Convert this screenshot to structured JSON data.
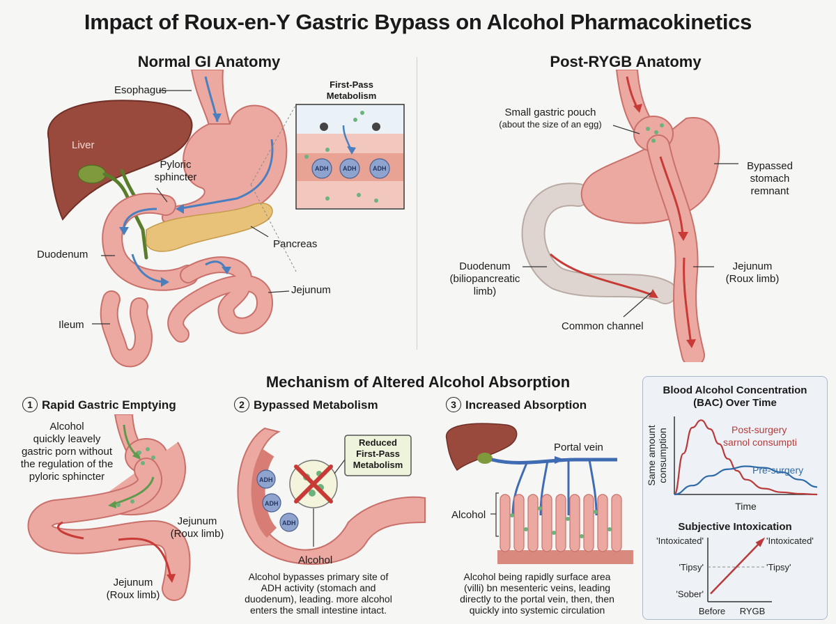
{
  "title": "Impact of Roux-en-Y Gastric Bypass on Alcohol Pharmacokinetics",
  "normal": {
    "heading": "Normal GI Anatomy",
    "labels": {
      "esophagus": "Esophagus",
      "liver": "Liver",
      "pyloric1": "Pyloric",
      "pyloric2": "sphincter",
      "duodenum": "Duodenum",
      "pancreas": "Pancreas",
      "jejunum": "Jejunum",
      "ileum": "Ileum"
    },
    "inset": {
      "title1": "First-Pass",
      "title2": "Metabolism",
      "enzyme": "ADH"
    }
  },
  "post": {
    "heading": "Post-RYGB Anatomy",
    "labels": {
      "pouch1": "Small gastric pouch",
      "pouch2": "(about the size of an egg)",
      "bypassed1": "Bypassed",
      "bypassed2": "stomach",
      "bypassed3": "remnant",
      "duod1": "Duodenum",
      "duod2": "(biliopancreatic",
      "duod3": "limb)",
      "jej1": "Jejunum",
      "jej2": "(Roux limb)",
      "common": "Common channel"
    }
  },
  "mechanism": {
    "heading": "Mechanism of Altered Alcohol Absorption",
    "s1": {
      "num": "1",
      "title": "Rapid Gastric Emptying",
      "desc": [
        "Alcohol",
        "quickly leavely",
        "gastric porn without",
        "the regulation of the",
        "pyloric sphincter"
      ],
      "jej_a1": "Jejunum",
      "jej_a2": "(Roux limb)",
      "jej_b1": "Jejunum",
      "jej_b2": "(Roux limb)"
    },
    "s2": {
      "num": "2",
      "title": "Bypassed Metabolism",
      "box1": "Reduced",
      "box2": "First-Pass",
      "box3": "Metabolism",
      "enzyme": "ADH",
      "alcohol": "Alcohol",
      "desc": [
        "Alcohol bypasses primary site of",
        "ADH activity (stomach and",
        "duodenum), leading. more alcohol",
        "enters the small intestine intact."
      ]
    },
    "s3": {
      "num": "3",
      "title": "Increased Absorption",
      "portal": "Portal vein",
      "alcohol": "Alcohol",
      "desc": [
        "Alcohol being rapidly surface area",
        "(villi) bn mesenteric veins, leading",
        "directly to the portal vein, then, then",
        "quickly into systemic circulation"
      ]
    }
  },
  "chart_data": [
    {
      "type": "line",
      "title": "Blood Alcohol Concentration (BAC) Over Time",
      "title_lines": [
        "Blood Alcohol Concentration",
        "(BAC) Over Time"
      ],
      "xlabel": "Time",
      "ylabel_lines": [
        "Same amount",
        "consumption"
      ],
      "series": [
        {
          "name": "Post-surgery",
          "annotation": "sarnol consumpti",
          "color": "#b83a3a",
          "x": [
            0,
            0.5,
            1,
            1.5,
            2,
            2.5,
            3,
            3.5,
            4,
            5,
            6,
            7,
            8
          ],
          "values": [
            0,
            0.55,
            0.9,
            1.0,
            0.88,
            0.68,
            0.48,
            0.32,
            0.2,
            0.08,
            0.03,
            0.01,
            0
          ]
        },
        {
          "name": "Pre-surgery",
          "color": "#2f6aa8",
          "x": [
            0,
            1,
            2,
            3,
            4,
            5,
            6,
            7,
            8
          ],
          "values": [
            0,
            0.12,
            0.25,
            0.34,
            0.38,
            0.36,
            0.3,
            0.2,
            0.1
          ]
        }
      ]
    },
    {
      "type": "line",
      "title": "Subjective Intoxication",
      "categories": [
        "Before",
        "RYGB"
      ],
      "y_levels": [
        "'Sober'",
        "'Tipsy'",
        "'Intoxicated'"
      ],
      "y_levels_right": [
        "'Tipsy'",
        "'Intoxicated'"
      ],
      "series": [
        {
          "color": "#b83a3a",
          "values": [
            0.3,
            2.3
          ]
        }
      ]
    }
  ],
  "colors": {
    "stomach": "#eba9a1",
    "stomach_stroke": "#c9706a",
    "liver": "#9a4a3c",
    "gallbladder": "#7e9a3c",
    "pancreas": "#e9c27a",
    "flow_blue": "#4a7fbf",
    "flow_red": "#c73a35",
    "bypassed": "#d9cfca",
    "vein": "#3f6bb3"
  }
}
